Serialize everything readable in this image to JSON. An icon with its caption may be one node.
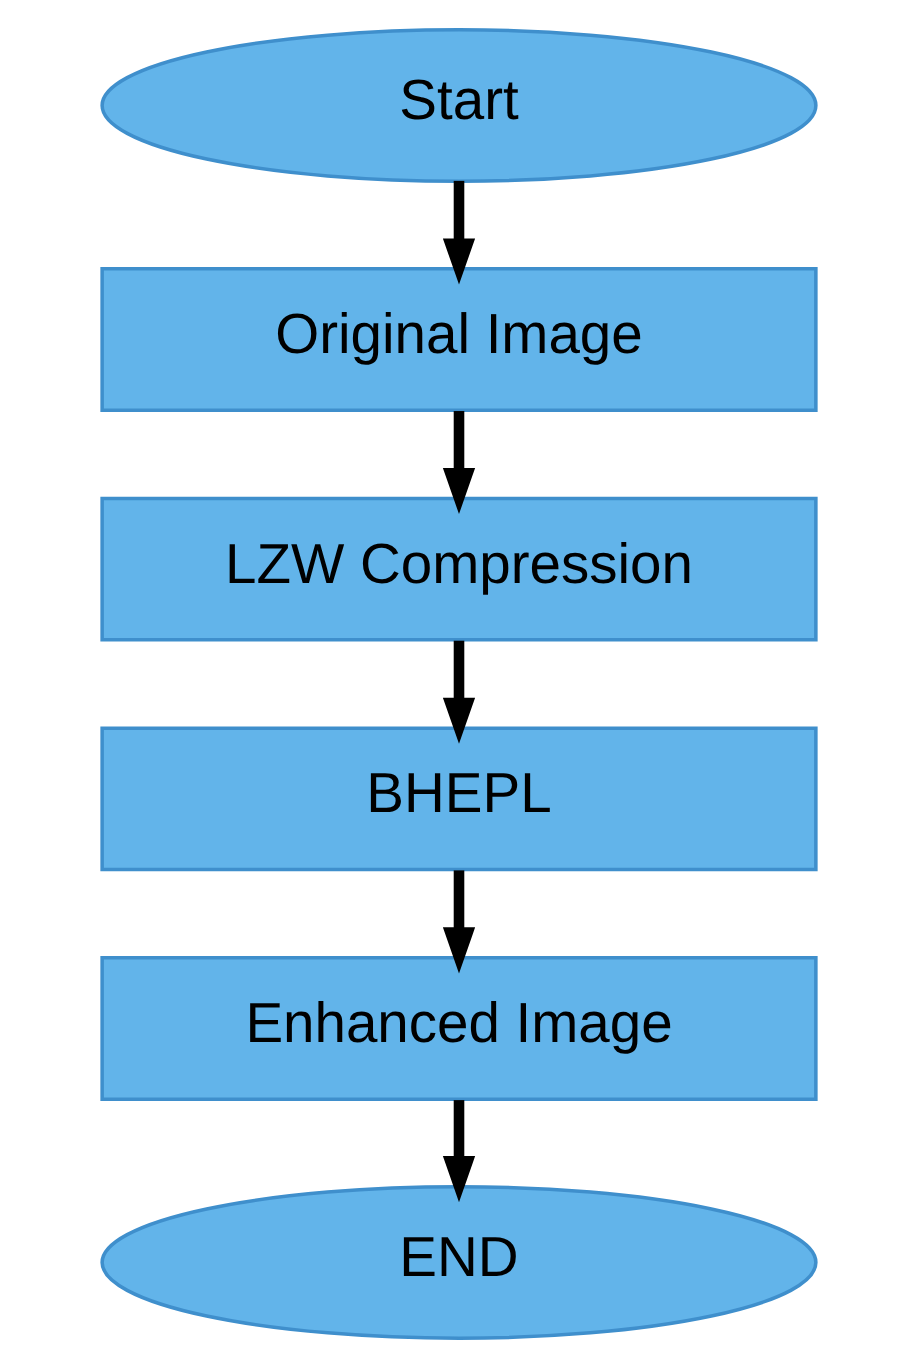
{
  "diagram": {
    "nodes": [
      {
        "text": [
          "Start"
        ]
      },
      {
        "text": [
          "Original Image"
        ]
      },
      {
        "text": [
          "LZW Compression"
        ]
      },
      {
        "text": [
          "BHEPL"
        ]
      },
      {
        "text": [
          "Enhanced Image"
        ]
      },
      {
        "text": [
          "END"
        ]
      }
    ],
    "edges": [
      {
        "from": 0,
        "to": 1,
        "arrow": "to"
      },
      {
        "from": 1,
        "to": 2,
        "arrow": "to"
      },
      {
        "from": 2,
        "to": 3,
        "arrow": "to"
      },
      {
        "from": 3,
        "to": 4,
        "arrow": "to"
      },
      {
        "from": 4,
        "to": 5,
        "arrow": "to"
      }
    ]
  }
}
